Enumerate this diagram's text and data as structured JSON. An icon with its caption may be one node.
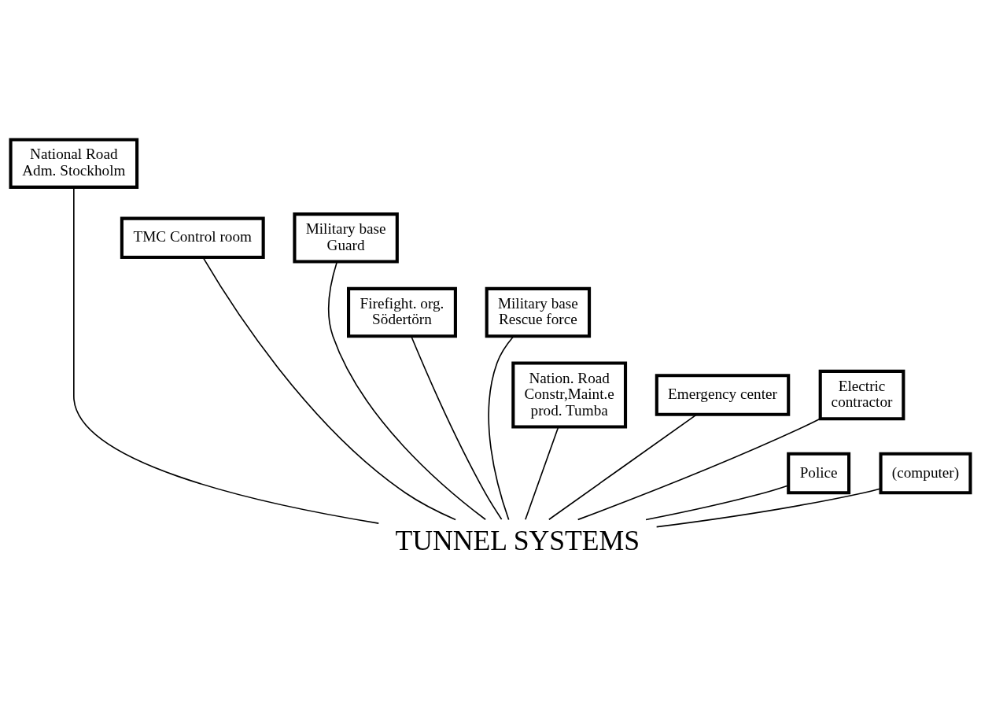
{
  "diagram": {
    "nodes": [
      {
        "text": [
          "National Road Adm. Stockholm"
        ]
      },
      {
        "text": [
          "TMC Control room"
        ]
      },
      {
        "text": [
          "Military base Guard"
        ]
      },
      {
        "text": [
          "Firefight. org. Södertörn"
        ]
      },
      {
        "text": [
          "Military base Rescue force"
        ]
      },
      {
        "text": [
          "Nation. Road Constr,Maint.e prod. Tumba"
        ]
      },
      {
        "text": [
          "Emergency center"
        ]
      },
      {
        "text": [
          "Electric contractor"
        ]
      },
      {
        "text": [
          "Police"
        ]
      },
      {
        "text": [
          "(computer)"
        ]
      },
      {
        "text": [
          "TUNNEL SYSTEMS"
        ]
      }
    ],
    "edges": [
      {
        "from": 8,
        "to": 10,
        "arrow": "none"
      },
      {
        "from": 6,
        "to": 10,
        "arrow": "none"
      },
      {
        "from": 3,
        "to": 10,
        "arrow": "none"
      },
      {
        "from": 1,
        "to": 10,
        "arrow": "none"
      },
      {
        "from": 0,
        "to": 10,
        "arrow": "none"
      },
      {
        "from": 2,
        "to": 10,
        "arrow": "none"
      },
      {
        "from": 4,
        "to": 10,
        "arrow": "none"
      },
      {
        "from": 5,
        "to": 10,
        "arrow": "none"
      },
      {
        "from": 7,
        "to": 10,
        "arrow": "none"
      },
      {
        "from": 9,
        "to": 10,
        "arrow": "none"
      }
    ]
  }
}
